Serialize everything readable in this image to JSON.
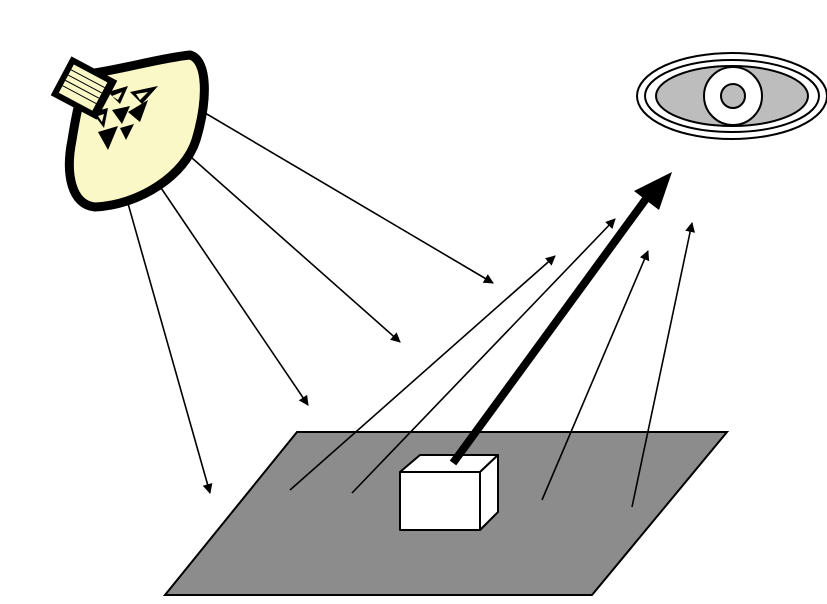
{
  "diagram": {
    "type": "illustration",
    "elements": [
      "lamp-icon",
      "eye-icon",
      "ground-plane",
      "object-cube"
    ],
    "arrows": {
      "incident_count": 4,
      "reflected_thin_count": 4,
      "reflected_bold_count": 1
    },
    "colors": {
      "background": "#ffffff",
      "plane": "#8c8c8c",
      "lamp_glow": "#fbf8c8",
      "lamp_outline": "#000000",
      "eye_iris": "#bdbdbd",
      "cube": "#ffffff",
      "arrow": "#000000"
    }
  }
}
